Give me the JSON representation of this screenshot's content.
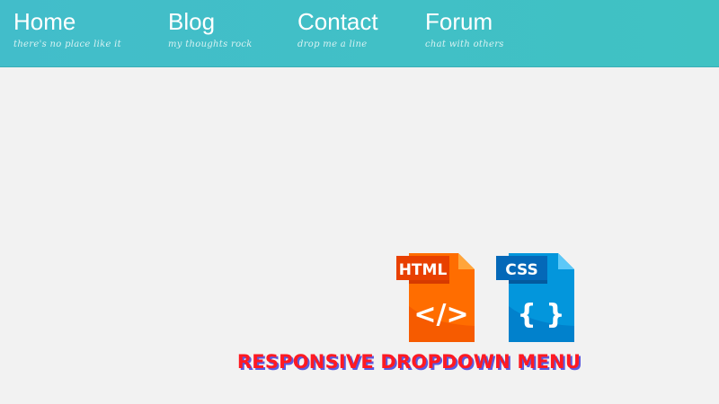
{
  "nav": {
    "items": [
      {
        "label": "Home",
        "subtitle": "there's no place like it"
      },
      {
        "label": "Blog",
        "subtitle": "my thoughts rock"
      },
      {
        "label": "Contact",
        "subtitle": "drop me a line"
      },
      {
        "label": "Forum",
        "subtitle": "chat with others"
      }
    ]
  },
  "icons": {
    "html": {
      "label": "HTML",
      "glyph": "</>",
      "color": "#ff6d00"
    },
    "css": {
      "label": "CSS",
      "glyph": "{ }",
      "color": "#0396dc"
    }
  },
  "headline": "RESPONSIVE DROPDOWN MENU"
}
